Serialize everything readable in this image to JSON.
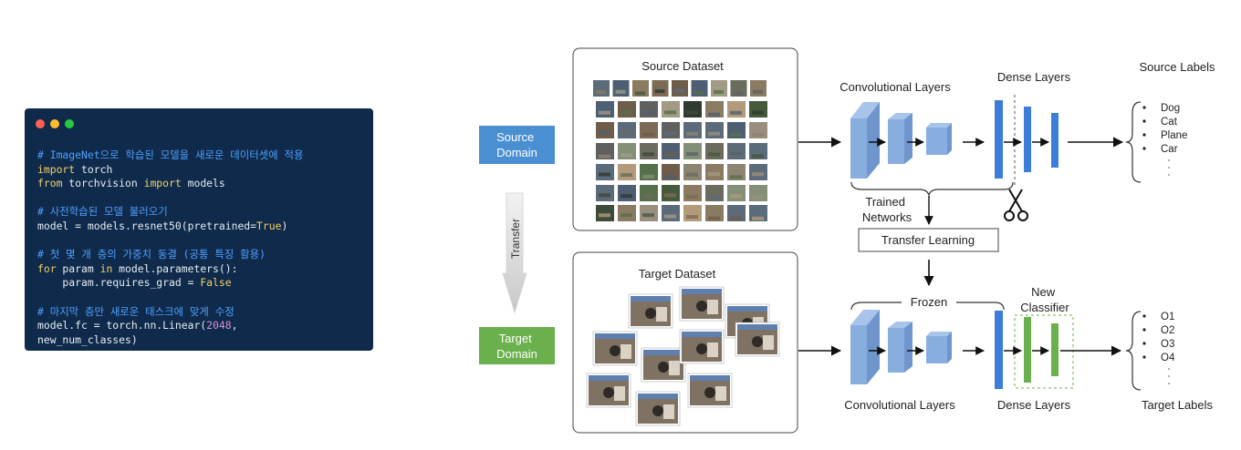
{
  "code_card": {
    "window_dots": [
      "#ff5f56",
      "#ffbd2e",
      "#27c93f"
    ],
    "lines": [
      {
        "parts": [
          {
            "t": "# ImageNet으로 학습된 모델을 새로운 데이터셋에 적용",
            "k": "comment"
          }
        ]
      },
      {
        "parts": [
          {
            "t": "import",
            "k": "keyword"
          },
          {
            "t": " torch",
            "k": "plain"
          }
        ]
      },
      {
        "parts": [
          {
            "t": "from",
            "k": "keyword"
          },
          {
            "t": " torchvision ",
            "k": "plain"
          },
          {
            "t": "import",
            "k": "keyword"
          },
          {
            "t": " models",
            "k": "plain"
          }
        ]
      },
      {
        "parts": []
      },
      {
        "parts": [
          {
            "t": "# 사전학습된 모델 불러오기",
            "k": "comment"
          }
        ]
      },
      {
        "parts": [
          {
            "t": "model = models.resnet50(pretrained=",
            "k": "plain"
          },
          {
            "t": "True",
            "k": "keyword"
          },
          {
            "t": ")",
            "k": "plain"
          }
        ]
      },
      {
        "parts": []
      },
      {
        "parts": [
          {
            "t": "# 첫 몇 개 층의 가중치 동결 (공통 특징 활용)",
            "k": "comment"
          }
        ]
      },
      {
        "parts": [
          {
            "t": "for",
            "k": "keyword"
          },
          {
            "t": " param ",
            "k": "plain"
          },
          {
            "t": "in",
            "k": "keyword"
          },
          {
            "t": " model.parameters():",
            "k": "plain"
          }
        ]
      },
      {
        "parts": [
          {
            "t": "    param.requires_grad = ",
            "k": "plain"
          },
          {
            "t": "False",
            "k": "keyword"
          }
        ]
      },
      {
        "parts": []
      },
      {
        "parts": [
          {
            "t": "# 마지막 층만 새로운 태스크에 맞게 수정",
            "k": "comment"
          }
        ]
      },
      {
        "parts": [
          {
            "t": "model.fc = torch.nn.Linear(",
            "k": "plain"
          },
          {
            "t": "2048",
            "k": "number"
          },
          {
            "t": ",",
            "k": "plain"
          }
        ]
      },
      {
        "parts": [
          {
            "t": "new_num_classes)",
            "k": "plain"
          }
        ]
      }
    ]
  },
  "diagram": {
    "source_domain_label": "Source\nDomain",
    "target_domain_label": "Target\nDomain",
    "transfer_label": "Transfer",
    "source_dataset_title": "Source Dataset",
    "target_dataset_title": "Target Dataset",
    "conv_layers_top": "Convolutional Layers",
    "dense_layers_top": "Dense Layers",
    "source_labels_title": "Source Labels",
    "source_labels": [
      "Dog",
      "Cat",
      "Plane",
      "Car"
    ],
    "trained_networks": "Trained\nNetworks",
    "transfer_learning": "Transfer Learning",
    "frozen": "Frozen",
    "new_classifier": "New\nClassifier",
    "conv_layers_bottom": "Convolutional Layers",
    "dense_layers_bottom": "Dense Layers",
    "target_labels_title": "Target Labels",
    "target_labels": [
      "O1",
      "O2",
      "O3",
      "O4"
    ],
    "colors": {
      "blue_box": "#4a8fd1",
      "green_box": "#6ab04c",
      "layer_blue": "#88aee0",
      "dense_blue": "#3b7dd8",
      "classifier_green": "#6ab04c"
    }
  }
}
